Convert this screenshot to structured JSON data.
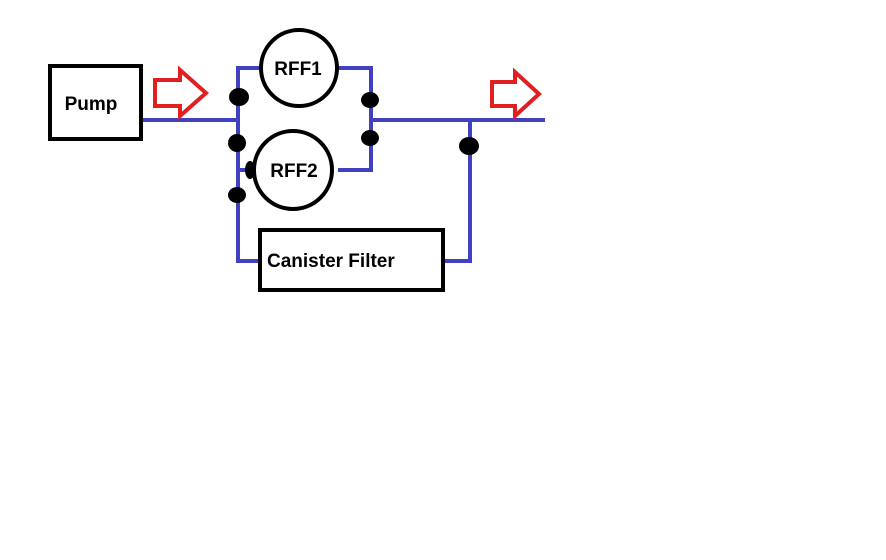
{
  "components": {
    "pump": "Pump",
    "rff1": "RFF1",
    "rff2": "RFF2",
    "canister": "Canister Filter"
  },
  "colors": {
    "pipe": "#4040c0",
    "arrow": "#e02020",
    "outline": "#000000",
    "background": "#ffffff"
  }
}
